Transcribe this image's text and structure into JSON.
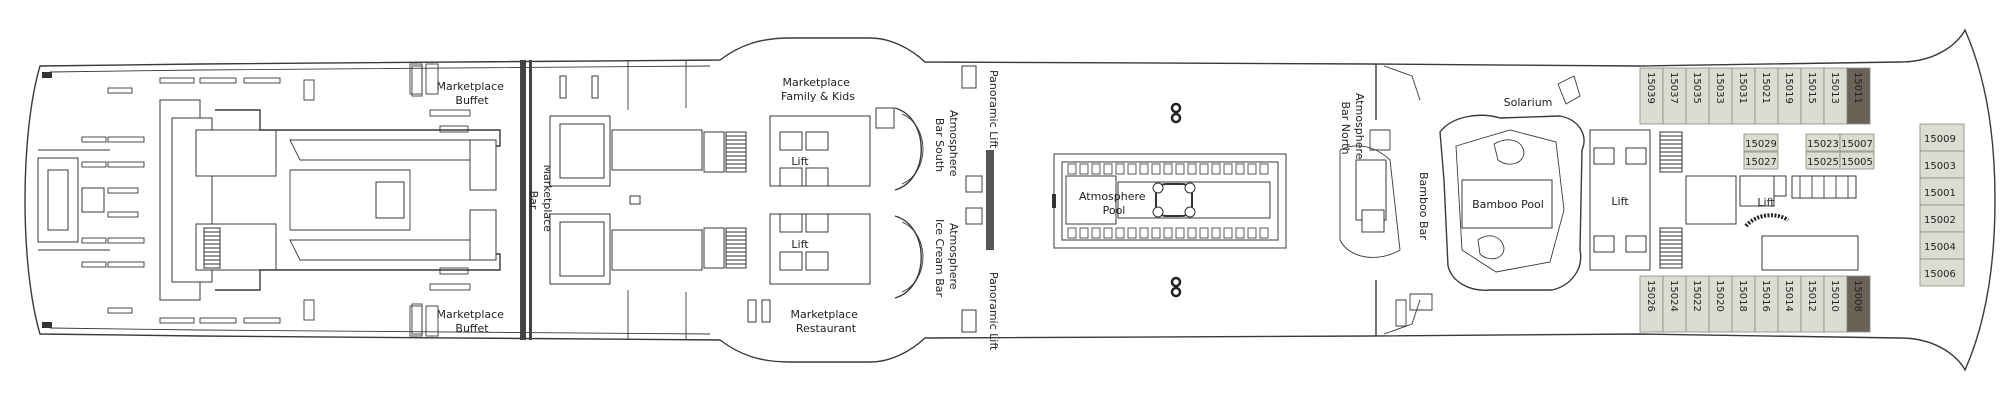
{
  "labels": {
    "marketplace_buffet_top": [
      "Marketplace",
      "Buffet"
    ],
    "marketplace_buffet_bottom": [
      "Marketplace",
      "Buffet"
    ],
    "marketplace_bar": [
      "Marketplace",
      "Bar"
    ],
    "marketplace_family_kids": [
      "Marketplace",
      "Family & Kids"
    ],
    "marketplace_restaurant": [
      "Marketplace",
      "Restaurant"
    ],
    "lift_a": "Lift",
    "lift_b": "Lift",
    "atmosphere_bar_south": [
      "Atmosphere",
      "Bar South"
    ],
    "atmosphere_ice_cream_bar": [
      "Atmosphere",
      "Ice Cream Bar"
    ],
    "panoramic_lift_top": "Panoramic Lift",
    "panoramic_lift_bottom": "Panoramic Lift",
    "atmosphere_pool": [
      "Atmosphere",
      "Pool"
    ],
    "atmosphere_bar_north": [
      "Atmosphere",
      "Bar North"
    ],
    "bamboo_bar": "Bamboo Bar",
    "solarium": "Solarium",
    "bamboo_pool": "Bamboo Pool",
    "lift_c": "Lift",
    "lift_d": "Lift"
  },
  "cabins": {
    "top_row": [
      "15039",
      "15037",
      "15035",
      "15033",
      "15031",
      "15021",
      "15019",
      "15015",
      "15013",
      "15011"
    ],
    "bottom_row": [
      "15026",
      "15024",
      "15022",
      "15020",
      "15018",
      "15016",
      "15014",
      "15012",
      "15010",
      "15008"
    ],
    "center_grid": [
      "15029",
      "15027",
      "15023",
      "15007",
      "15025",
      "15005"
    ],
    "bow_column": [
      "15009",
      "15003",
      "15001",
      "15002",
      "15004",
      "15006"
    ]
  },
  "colors": {
    "cabin_fill": "#dcdcd2",
    "cabin_dark": "#6b6257",
    "line": "#3a3a3a"
  },
  "icons": [
    "stairs-icon",
    "sun-lounger-icon"
  ]
}
